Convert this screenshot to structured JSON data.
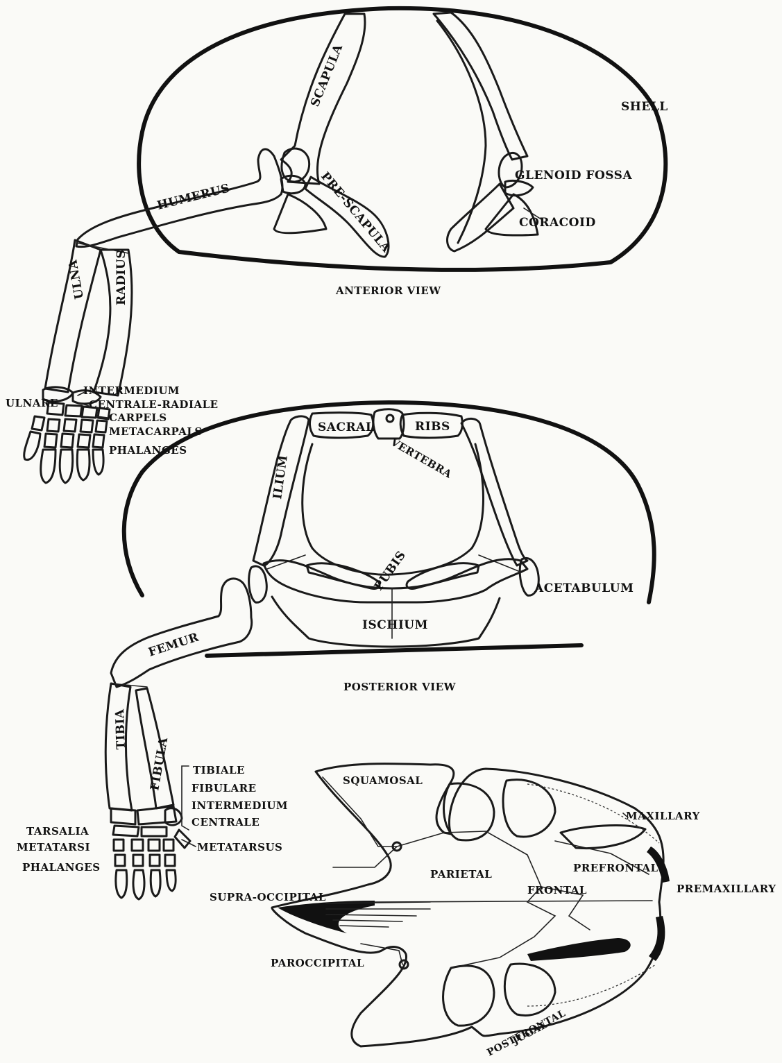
{
  "anterior": {
    "caption": "ANTERIOR VIEW",
    "labels": {
      "scapula": "SCAPULA",
      "shell": "SHELL",
      "humerus": "HUMERUS",
      "pre_scapula": "PRE-SCAPULA",
      "glenoid_fossa": "GLENOID FOSSA",
      "coracoid": "CORACOID",
      "ulna": "ULNA",
      "radius": "RADIUS",
      "ulnare": "ULNARE",
      "intermedium": "INTERMEDIUM",
      "centrale_radiale": "CENTRALE-RADIALE",
      "carpels": "CARPELS",
      "metacarpals": "METACARPALS",
      "phalanges": "PHALANGES"
    }
  },
  "posterior": {
    "caption": "POSTERIOR VIEW",
    "labels": {
      "sacral": "SACRAL",
      "ribs": "RIBS",
      "vertebra": "VERTEBRA",
      "ilium": "ILIUM",
      "pubis": "PUBIS",
      "acetabulum": "ACETABULUM",
      "ischium": "ISCHIUM",
      "femur": "FEMUR",
      "tibia": "TIBIA",
      "fibula": "FIBULA",
      "tibiale": "TIBIALE",
      "fibulare": "FIBULARE",
      "intermedium": "INTERMEDIUM",
      "centrale": "CENTRALE",
      "tarsalia": "TARSALIA",
      "metatarsi": "METATARSI",
      "metatarsus": "METATARSUS",
      "phalanges": "PHALANGES"
    }
  },
  "skull": {
    "labels": {
      "squamosal": "SQUAMOSAL",
      "maxillary": "MAXILLARY",
      "prefrontal": "PREFRONTAL",
      "parietal": "PARIETAL",
      "frontal": "FRONTAL",
      "premaxillary": "PREMAXILLARY",
      "supra_occipital": "SUPRA-OCCIPITAL",
      "paroccipital": "PAROCCIPITAL",
      "postfrontal": "POSTFRONTAL",
      "jugal": "JUGAL"
    }
  }
}
